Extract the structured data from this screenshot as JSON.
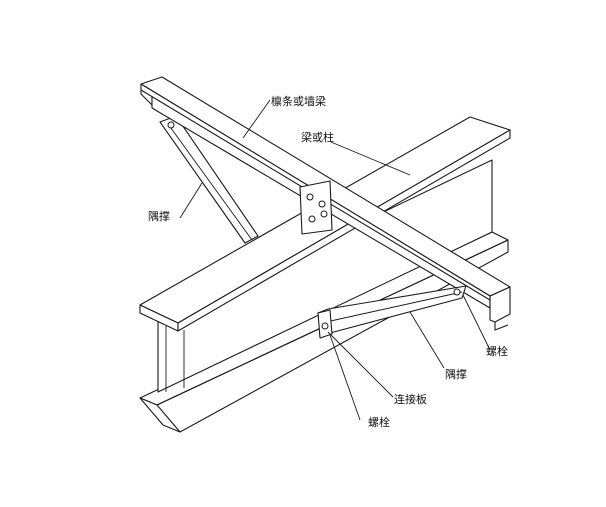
{
  "labels": {
    "purlin_or_girt": "檩条或墙梁",
    "beam_or_column": "梁或柱",
    "brace_left": "隅撑",
    "bolt_right": "螺栓",
    "brace_right": "隅撑",
    "connection_plate": "连接板",
    "bolt_bottom": "螺栓"
  }
}
